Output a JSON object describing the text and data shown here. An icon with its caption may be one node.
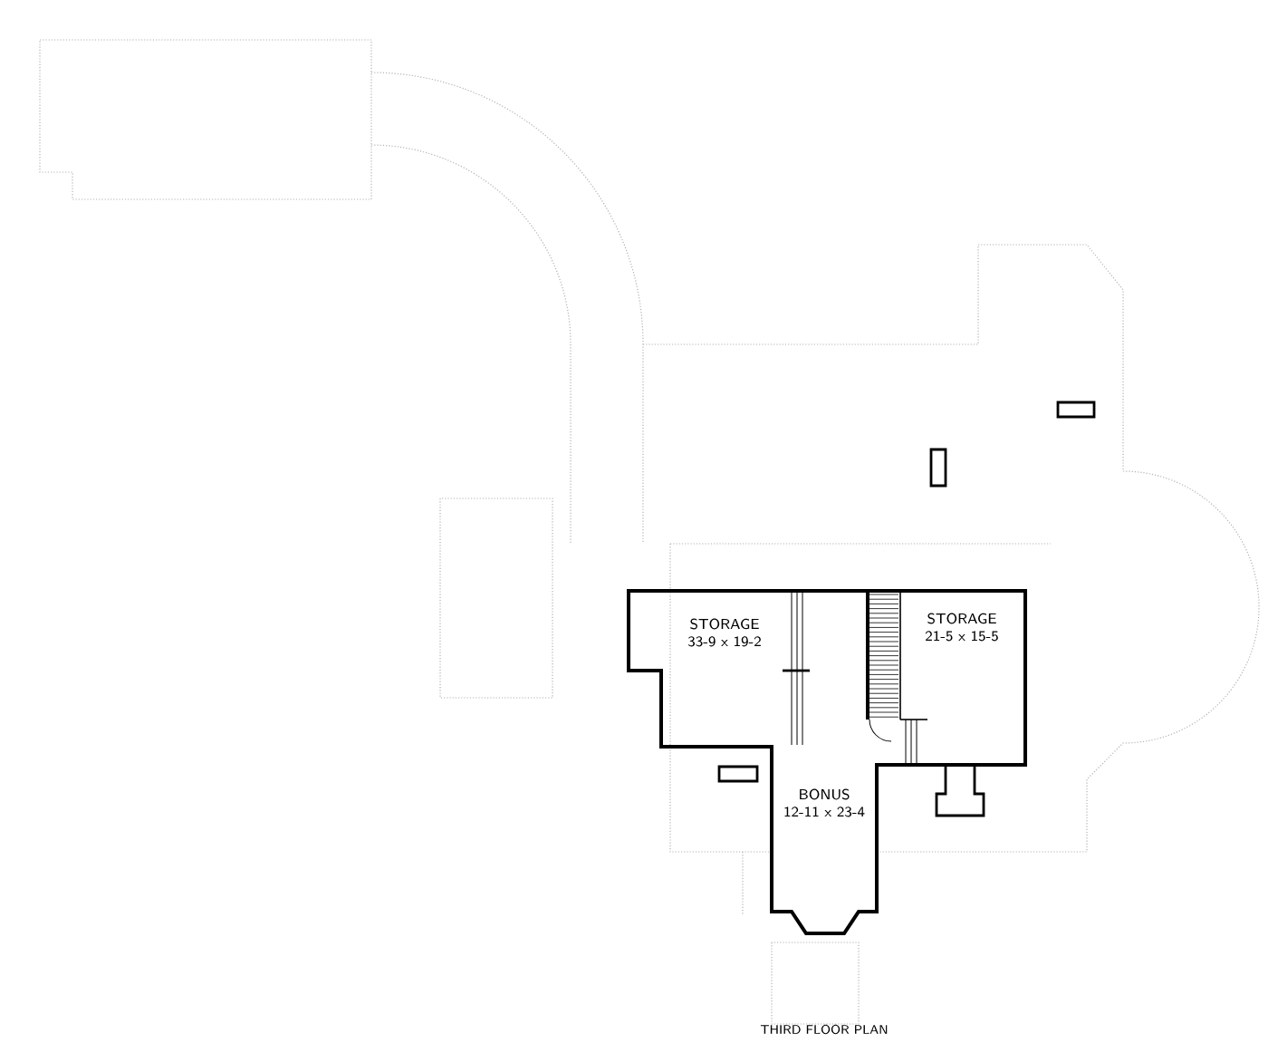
{
  "diagram": {
    "caption": "THIRD FLOOR PLAN",
    "nodes": [
      {
        "text": [
          "STORAGE",
          "33-9 x 19-2"
        ]
      },
      {
        "text": [
          "STORAGE",
          "21-5 x 15-5"
        ]
      },
      {
        "text": [
          "BONUS",
          "12-11 x 23-4"
        ]
      }
    ]
  }
}
